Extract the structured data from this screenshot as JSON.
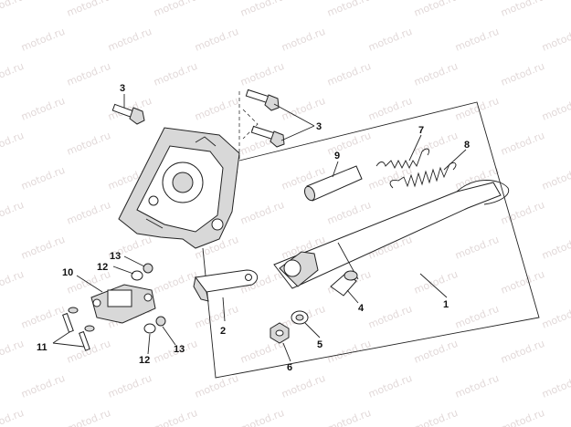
{
  "watermark": "motod.ru",
  "callouts": [
    {
      "id": "c1",
      "text": "1"
    },
    {
      "id": "c2",
      "text": "2"
    },
    {
      "id": "c3a",
      "text": "3"
    },
    {
      "id": "c3b",
      "text": "3"
    },
    {
      "id": "c4",
      "text": "4"
    },
    {
      "id": "c5",
      "text": "5"
    },
    {
      "id": "c6",
      "text": "6"
    },
    {
      "id": "c7",
      "text": "7"
    },
    {
      "id": "c8",
      "text": "8"
    },
    {
      "id": "c9",
      "text": "9"
    },
    {
      "id": "c10",
      "text": "10"
    },
    {
      "id": "c11",
      "text": "11"
    },
    {
      "id": "c12a",
      "text": "12"
    },
    {
      "id": "c12b",
      "text": "12"
    },
    {
      "id": "c13a",
      "text": "13"
    },
    {
      "id": "c13b",
      "text": "13"
    }
  ]
}
